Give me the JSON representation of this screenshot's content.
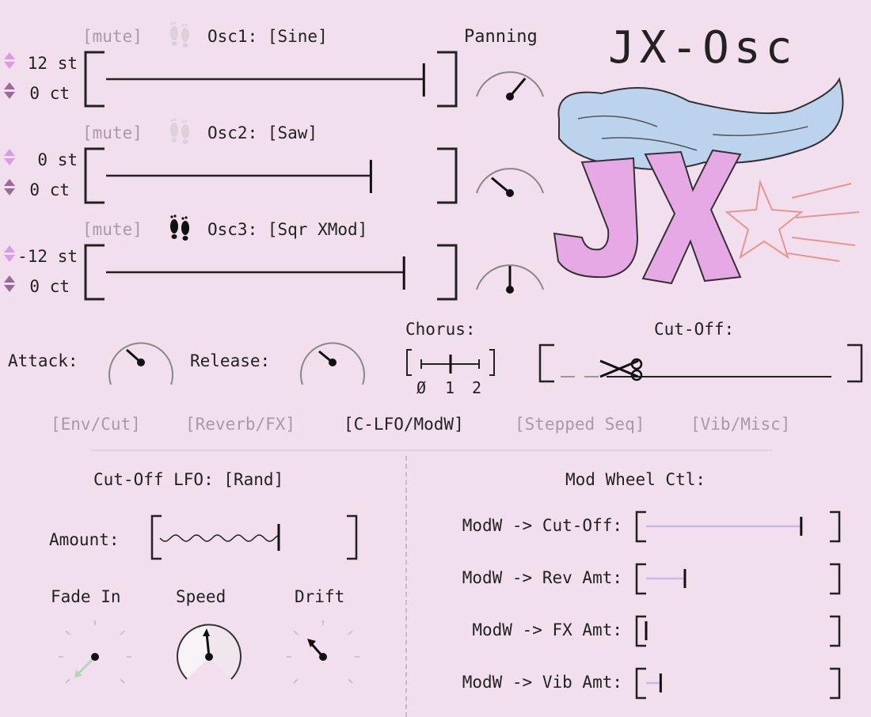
{
  "app": {
    "title": "JX-Osc"
  },
  "oscillators": [
    {
      "mute": "[mute]",
      "label": "Osc1: [Sine]",
      "semitones": "12 st",
      "cents": "0 ct",
      "level": 0.96,
      "feet_active": false
    },
    {
      "mute": "[mute]",
      "label": "Osc2: [Saw]",
      "semitones": "0 st",
      "cents": "0 ct",
      "level": 0.8,
      "feet_active": false
    },
    {
      "mute": "[mute]",
      "label": "Osc3: [Sqr XMod]",
      "semitones": "-12 st",
      "cents": "0 ct",
      "level": 0.9,
      "feet_active": true
    }
  ],
  "panning": {
    "label": "Panning"
  },
  "envelope": {
    "attack_label": "Attack:",
    "release_label": "Release:"
  },
  "chorus": {
    "label": "Chorus:",
    "ticks": [
      "Ø",
      "1",
      "2"
    ],
    "value": 1
  },
  "cutoff": {
    "label": "Cut-Off:"
  },
  "tabs": [
    {
      "label": "[Env/Cut]",
      "active": false
    },
    {
      "label": "[Reverb/FX]",
      "active": false
    },
    {
      "label": "[C-LFO/ModW]",
      "active": true
    },
    {
      "label": "[Stepped Seq]",
      "active": false
    },
    {
      "label": "[Vib/Misc]",
      "active": false
    }
  ],
  "lfo": {
    "title": "Cut-Off LFO: [Rand]",
    "amount_label": "Amount:",
    "amount_value": 0.6,
    "fade_in_label": "Fade In",
    "speed_label": "Speed",
    "drift_label": "Drift"
  },
  "modwheel": {
    "title": "Mod Wheel Ctl:",
    "rows": [
      {
        "label": "ModW -> Cut-Off:",
        "value": 0.96
      },
      {
        "label": "ModW -> Rev Amt:",
        "value": 0.24
      },
      {
        "label": "ModW -> FX Amt:",
        "value": 0.0
      },
      {
        "label": "ModW -> Vib Amt:",
        "value": 0.09
      }
    ]
  },
  "colors": {
    "background": "#f2dfee",
    "accent": "#c9b8f0",
    "arrow": "#d99ae6"
  }
}
